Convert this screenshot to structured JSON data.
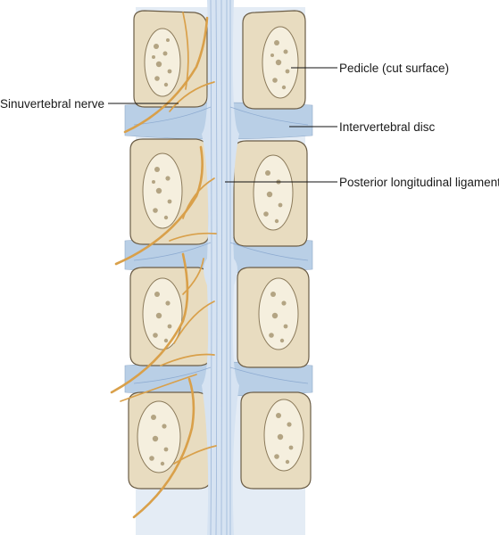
{
  "labels": {
    "sinuvertebral_nerve": "Sinuvertebral nerve",
    "pedicle": "Pedicle (cut surface)",
    "intervertebral_disc": "Intervertebral disc",
    "posterior_longitudinal_ligament": "Posterior longitudinal ligament"
  },
  "colors": {
    "bone": "#e8dcc0",
    "disc": "#b9cfe6",
    "ligament": "#d8e4f2",
    "nerve": "#d9a04a"
  }
}
